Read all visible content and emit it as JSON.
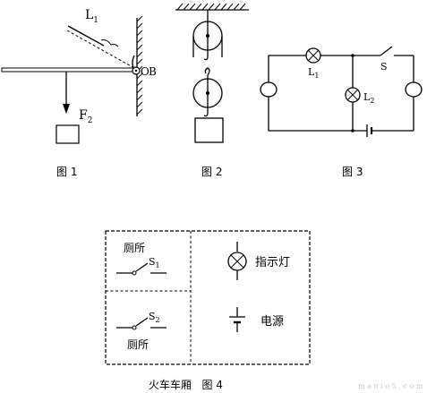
{
  "figure1": {
    "caption": "图 1",
    "label_L": "L",
    "label_L_sub": "1",
    "label_O": "O",
    "label_B": "B",
    "label_F": "F",
    "label_F_sub": "2"
  },
  "figure2": {
    "caption": "图 2"
  },
  "figure3": {
    "caption": "图 3",
    "label_L1": "L",
    "label_L1_sub": "1",
    "label_L2": "L",
    "label_L2_sub": "2",
    "label_S": "S"
  },
  "figure4": {
    "caption": "火车车厢   图 4",
    "toilet_top": "厕所",
    "switch1": "S",
    "switch1_sub": "1",
    "toilet_bottom": "厕所",
    "switch2": "S",
    "switch2_sub": "2",
    "indicator": "指示灯",
    "power": "电源"
  },
  "watermark": "m a n i o 5 . c o m"
}
